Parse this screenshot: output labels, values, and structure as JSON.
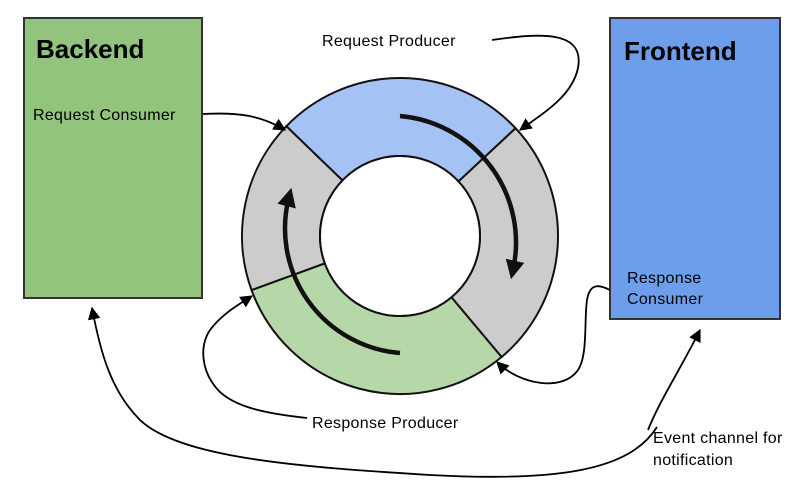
{
  "diagram": {
    "backend": {
      "title": "Backend",
      "label": "Request Consumer",
      "color": "#93c47d"
    },
    "frontend": {
      "title": "Frontend",
      "label_line1": "Response",
      "label_line2": "Consumer",
      "color": "#6d9eeb"
    },
    "labels": {
      "request_producer": "Request Producer",
      "response_producer": "Response Producer",
      "event_channel_line1": "Event channel for",
      "event_channel_line2": "notification"
    },
    "ring": {
      "segments": [
        {
          "name": "request-segment",
          "color": "#a4c2f4"
        },
        {
          "name": "pending-right-segment",
          "color": "#cccccc"
        },
        {
          "name": "response-segment",
          "color": "#b6d7a8"
        },
        {
          "name": "pending-left-segment",
          "color": "#cccccc"
        }
      ],
      "stroke_color": "#111111"
    }
  }
}
